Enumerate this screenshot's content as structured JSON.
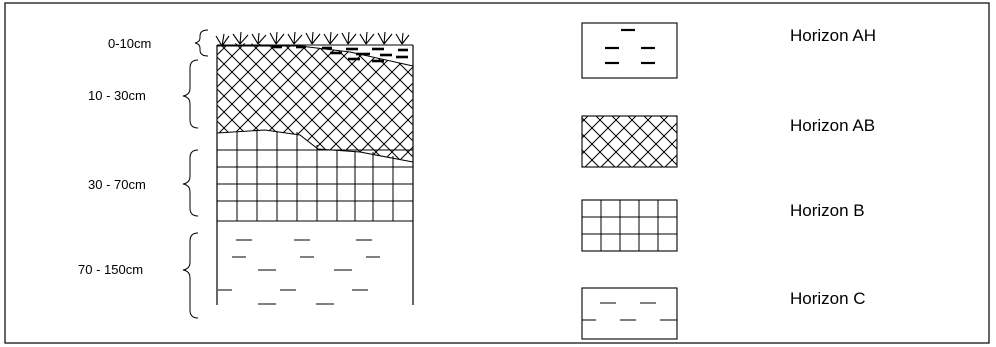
{
  "soil_profile": {
    "depth_labels": [
      "0-10cm",
      "10 - 30cm",
      "30 - 70cm",
      "70 - 150cm"
    ]
  },
  "legend": {
    "items": [
      {
        "label": "Horizon AH",
        "pattern": "short-dashes"
      },
      {
        "label": "Horizon AB",
        "pattern": "crosshatch"
      },
      {
        "label": "Horizon B",
        "pattern": "grid"
      },
      {
        "label": "Horizon C",
        "pattern": "long-dashes"
      }
    ]
  },
  "colors": {
    "stroke": "#000000",
    "background": "#ffffff"
  }
}
